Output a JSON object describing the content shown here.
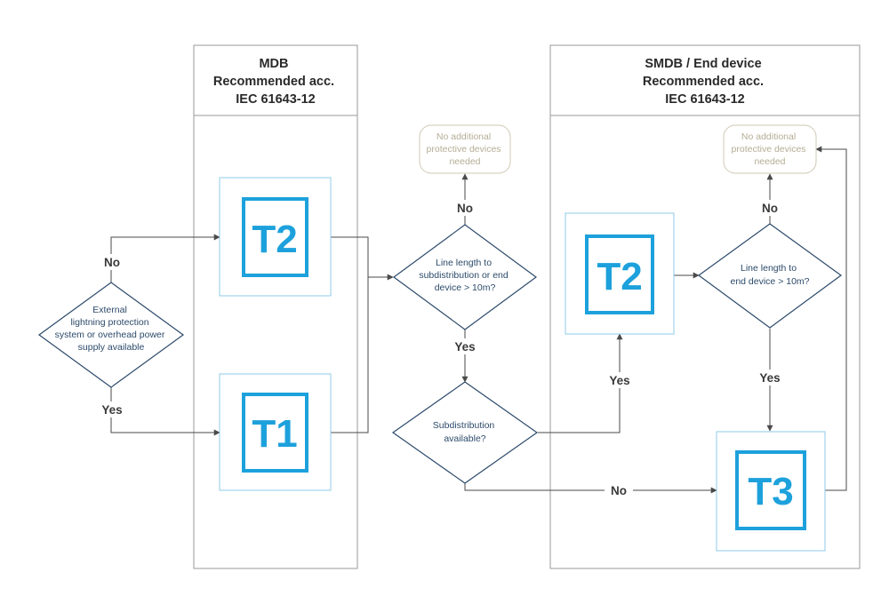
{
  "zones": {
    "mdb": {
      "title_lines": [
        "MDB",
        "Recommended acc.",
        "IEC 61643-12"
      ]
    },
    "smdb": {
      "title_lines": [
        "SMDB / End device",
        "Recommended acc.",
        "IEC 61643-12"
      ]
    }
  },
  "decisions": {
    "external_lightning": {
      "lines": [
        "External",
        "lightning protection",
        "system or overhead power",
        "supply available"
      ]
    },
    "line_length_sub": {
      "lines": [
        "Line length to",
        "subdistribution or end",
        "device > 10m?"
      ]
    },
    "subdistribution": {
      "lines": [
        "Subdistribution",
        "available?"
      ]
    },
    "line_length_end": {
      "lines": [
        "Line length to",
        "end device > 10m?"
      ]
    }
  },
  "outcomes": {
    "no_additional_1": {
      "lines": [
        "No additional",
        "protective devices",
        "needed"
      ]
    },
    "no_additional_2": {
      "lines": [
        "No additional",
        "protective devices",
        "needed"
      ]
    }
  },
  "devices": {
    "mdb_t2": {
      "label": "T2"
    },
    "mdb_t1": {
      "label": "T1"
    },
    "smdb_t2": {
      "label": "T2"
    },
    "smdb_t3": {
      "label": "T3"
    }
  },
  "edge_labels": {
    "ext_no": "No",
    "ext_yes": "Yes",
    "len_sub_no": "No",
    "len_sub_yes": "Yes",
    "sub_yes": "Yes",
    "sub_no": "No",
    "len_end_no": "No",
    "len_end_yes": "Yes"
  },
  "colors": {
    "device_blue": "#1da1dc",
    "decision_navy": "#2c4a6a",
    "outcome_beige": "#b5ad95",
    "zone_gray": "#9a9a9a"
  }
}
